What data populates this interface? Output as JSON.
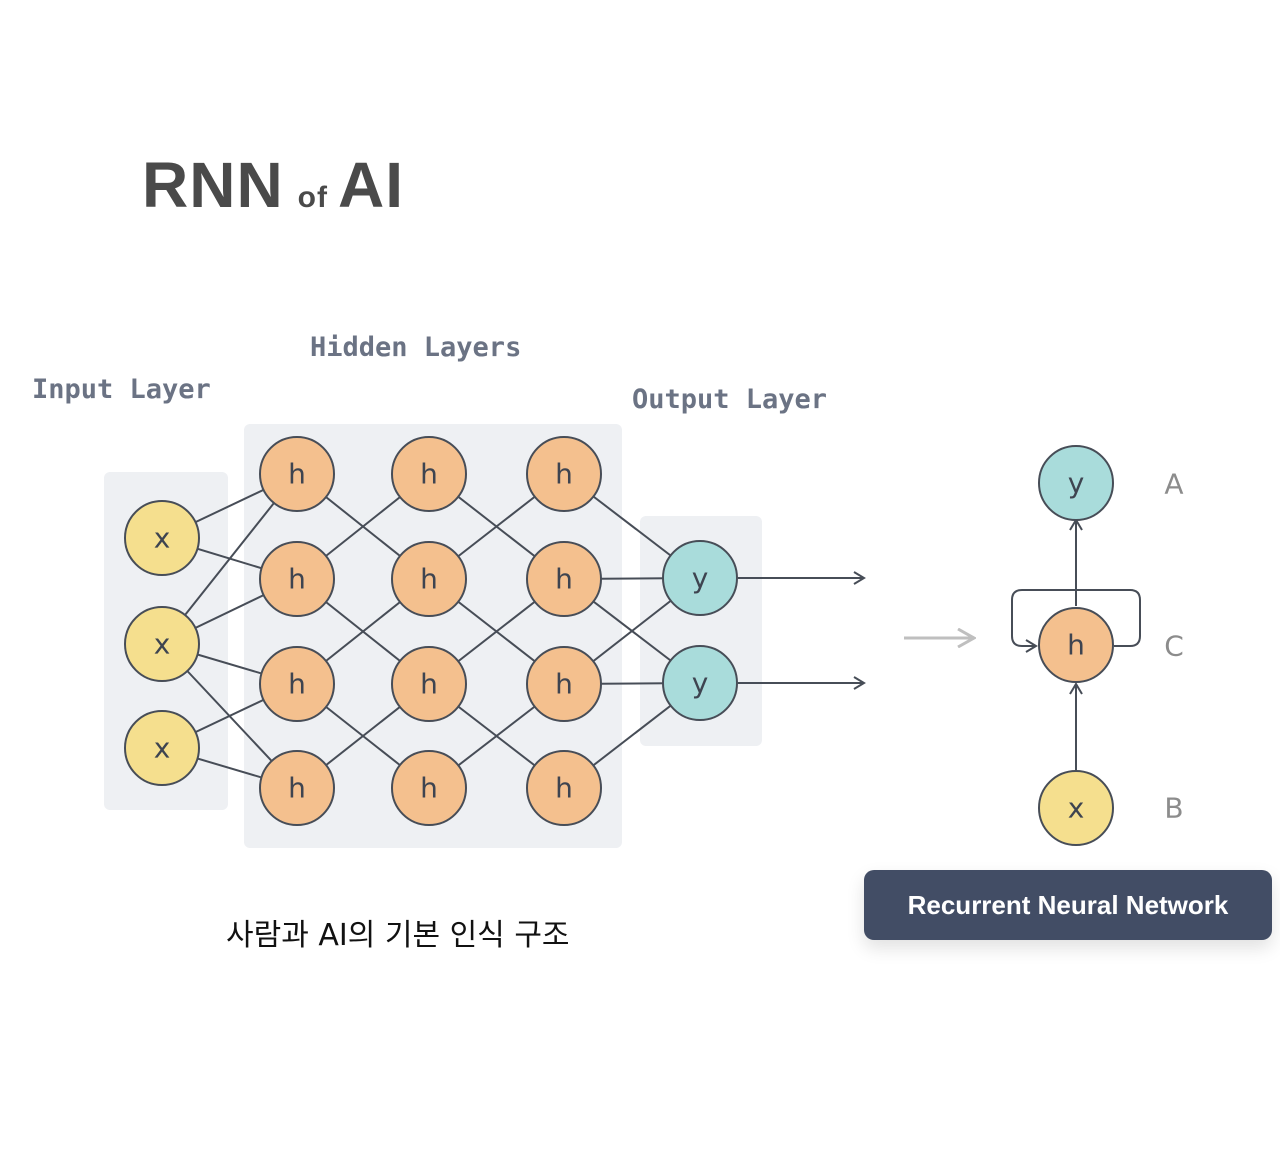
{
  "title": {
    "main": "RNN",
    "connector": "of",
    "subject": "AI"
  },
  "labels": {
    "input_layer": "Input Layer",
    "hidden_layers": "Hidden Layers",
    "output_layer": "Output Layer"
  },
  "feedforward": {
    "input_nodes": [
      "x",
      "x",
      "x"
    ],
    "hidden_columns": [
      [
        "h",
        "h",
        "h",
        "h"
      ],
      [
        "h",
        "h",
        "h",
        "h"
      ],
      [
        "h",
        "h",
        "h",
        "h"
      ]
    ],
    "output_nodes": [
      "y",
      "y"
    ],
    "input_to_hidden": [
      [
        0,
        0
      ],
      [
        0,
        1
      ],
      [
        1,
        0
      ],
      [
        1,
        1
      ],
      [
        1,
        2
      ],
      [
        1,
        3
      ],
      [
        2,
        2
      ],
      [
        2,
        3
      ]
    ],
    "hidden_to_hidden": [
      [
        0,
        1
      ],
      [
        1,
        0
      ],
      [
        1,
        2
      ],
      [
        2,
        1
      ],
      [
        2,
        3
      ],
      [
        3,
        2
      ]
    ],
    "hidden_to_output": [
      [
        0,
        0
      ],
      [
        1,
        0
      ],
      [
        1,
        1
      ],
      [
        2,
        0
      ],
      [
        2,
        1
      ],
      [
        3,
        1
      ]
    ]
  },
  "rnn": {
    "output_node": "y",
    "hidden_node": "h",
    "input_node": "x",
    "output_tag": "A",
    "hidden_tag": "C",
    "input_tag": "B"
  },
  "colors": {
    "input": "#f5df8e",
    "hidden": "#f4c08e",
    "output": "#a9dcdb",
    "stroke": "#474d57",
    "badge": "#424d65"
  },
  "caption": "사람과 AI의 기본 인식 구조",
  "badge_label": "Recurrent Neural Network"
}
